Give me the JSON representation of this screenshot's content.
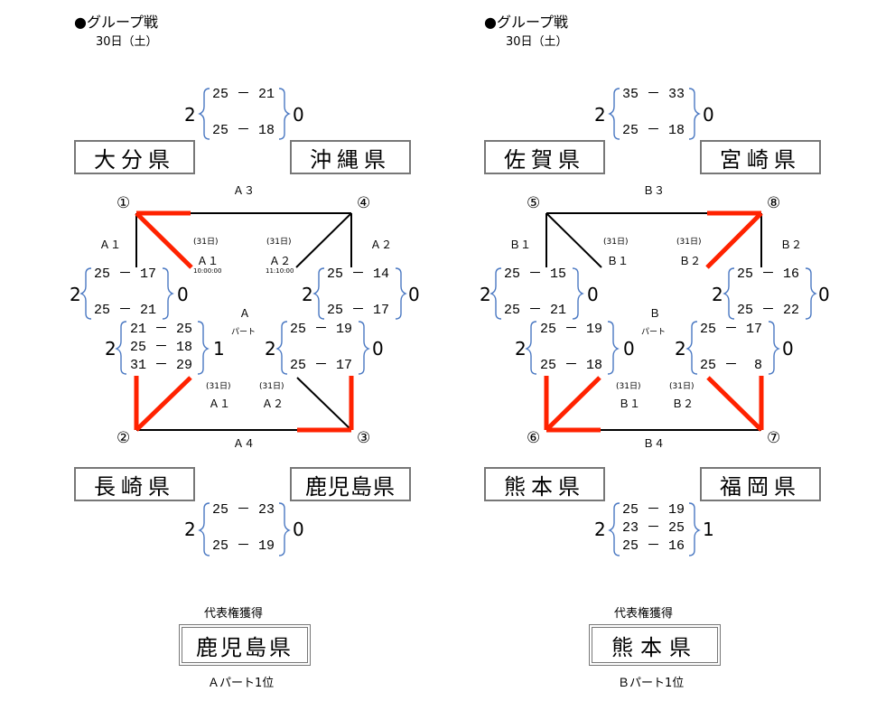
{
  "left": {
    "heading": "●グループ戦",
    "date": "30日（土）",
    "teams": {
      "t1": "大分県",
      "t4": "沖縄県",
      "t2": "長崎県",
      "t3": "鹿児島県"
    },
    "nodes": {
      "n1": "①",
      "n2": "②",
      "n3": "③",
      "n4": "④"
    },
    "labels": {
      "top": "Ａ３",
      "bottom": "Ａ４",
      "left": "Ａ１",
      "right": "Ａ２",
      "part1": "Ａ",
      "part2": "パート"
    },
    "upper_day": {
      "d1": "(31日)",
      "d2": "(31日)",
      "m1": "Ａ１",
      "m2": "Ａ２",
      "t1": "10:00:00",
      "t2": "11:10:00"
    },
    "lower_day": {
      "d1": "(31日)",
      "d2": "(31日)",
      "m1": "Ａ１",
      "m2": "Ａ２"
    },
    "match_top": {
      "win": "2",
      "lose": "0",
      "sets": [
        "25 － 21",
        "25 － 18"
      ]
    },
    "match_left": {
      "win": "2",
      "lose": "0",
      "sets": [
        "25 － 17",
        "25 － 21"
      ]
    },
    "match_right": {
      "win": "2",
      "lose": "0",
      "sets": [
        "25 － 14",
        "25 － 17"
      ]
    },
    "match_diag_left": {
      "win": "2",
      "lose": "1",
      "sets": [
        "21 － 25",
        "25 － 18",
        "31 － 29"
      ]
    },
    "match_diag_right": {
      "win": "2",
      "lose": "0",
      "sets": [
        "25 － 19",
        "25 － 17"
      ]
    },
    "match_bottom": {
      "win": "2",
      "lose": "0",
      "sets": [
        "25 － 23",
        "25 － 19"
      ]
    },
    "rep_label": "代表権獲得",
    "winner": "鹿児島県",
    "rank": "Ａパート1位"
  },
  "right": {
    "heading": "●グループ戦",
    "date": "30日（土）",
    "teams": {
      "t5": "佐賀県",
      "t8": "宮崎県",
      "t6": "熊本県",
      "t7": "福岡県"
    },
    "nodes": {
      "n5": "⑤",
      "n6": "⑥",
      "n7": "⑦",
      "n8": "⑧"
    },
    "labels": {
      "top": "Ｂ３",
      "bottom": "Ｂ４",
      "left": "Ｂ１",
      "right": "Ｂ２",
      "part1": "Ｂ",
      "part2": "パート"
    },
    "upper_day": {
      "d1": "(31日)",
      "d2": "(31日)",
      "m1": "Ｂ１",
      "m2": "Ｂ２"
    },
    "lower_day": {
      "d1": "(31日)",
      "d2": "(31日)",
      "m1": "Ｂ１",
      "m2": "Ｂ２"
    },
    "match_top": {
      "win": "2",
      "lose": "0",
      "sets": [
        "35 － 33",
        "25 － 18"
      ]
    },
    "match_left": {
      "win": "2",
      "lose": "0",
      "sets": [
        "25 － 15",
        "25 － 21"
      ]
    },
    "match_right": {
      "win": "2",
      "lose": "0",
      "sets": [
        "25 － 16",
        "25 － 22"
      ]
    },
    "match_diag_left": {
      "win": "2",
      "lose": "0",
      "sets": [
        "25 － 19",
        "25 － 18"
      ]
    },
    "match_diag_right": {
      "win": "2",
      "lose": "0",
      "sets": [
        "25 － 17",
        "25 －  8"
      ]
    },
    "match_bottom": {
      "win": "2",
      "lose": "1",
      "sets": [
        "25 － 19",
        "23 － 25",
        "25 － 16"
      ]
    },
    "rep_label": "代表権獲得",
    "winner": "熊本県",
    "rank": "Ｂパート1位"
  },
  "colors": {
    "win_line": "#ff2200",
    "line": "#000000",
    "brace": "#4a78c2",
    "box_border": "#777777"
  }
}
